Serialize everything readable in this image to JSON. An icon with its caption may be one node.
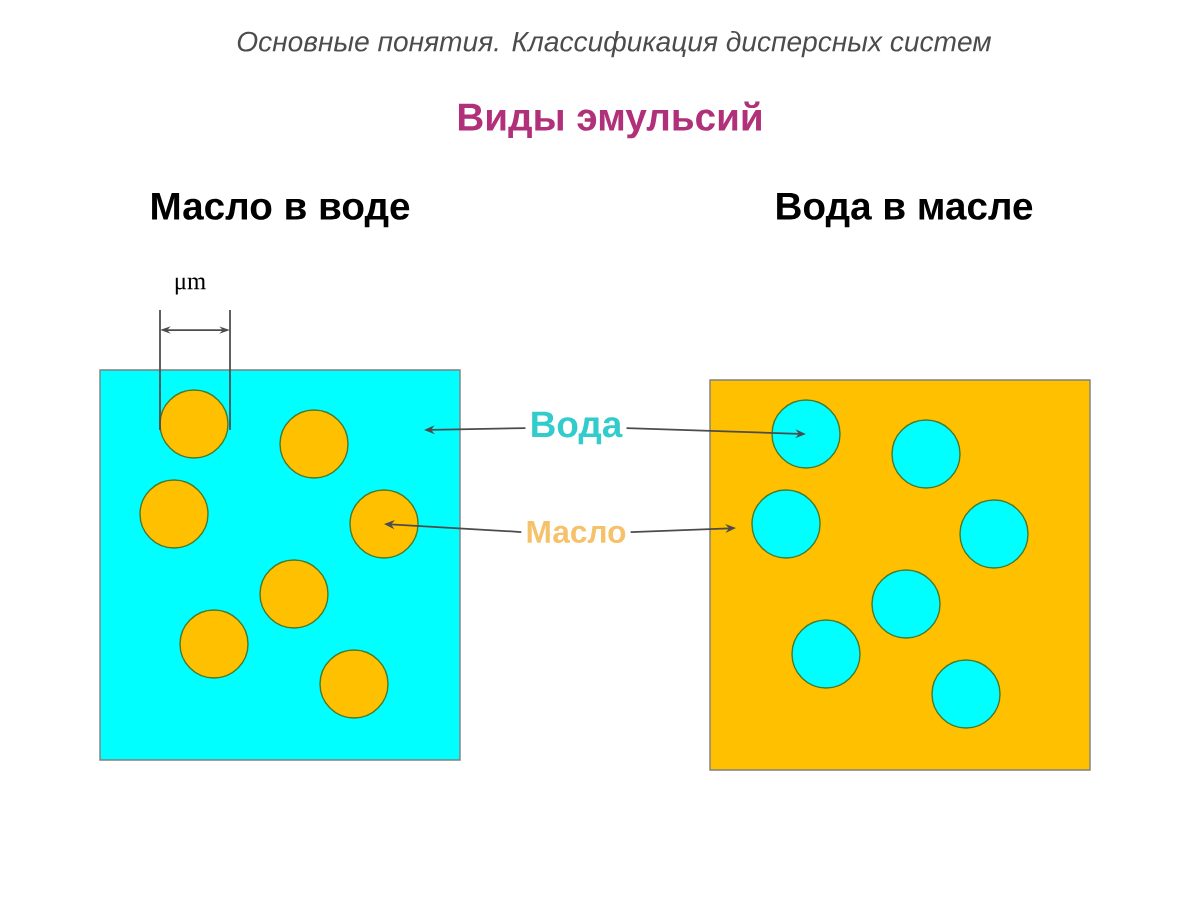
{
  "diagram": {
    "title": "Основные понятия. Классификация дисперсных систем",
    "nodes": [
      {
        "text": [
          "Масло в воде"
        ]
      },
      {
        "text": [],
        "shape": "circle",
        "in": 0
      },
      {
        "text": [],
        "shape": "circle",
        "in": 0
      },
      {
        "text": [],
        "shape": "circle",
        "in": 0
      },
      {
        "text": [],
        "shape": "circle",
        "in": 0
      },
      {
        "text": [],
        "shape": "circle",
        "in": 0
      },
      {
        "text": [],
        "shape": "circle",
        "in": 0
      },
      {
        "text": [],
        "shape": "circle",
        "in": 0
      },
      {
        "text": [
          "Вода в масле"
        ]
      },
      {
        "text": [],
        "shape": "circle",
        "in": 8
      },
      {
        "text": [],
        "shape": "circle",
        "in": 8
      },
      {
        "text": [],
        "shape": "circle",
        "in": 8
      },
      {
        "text": [],
        "shape": "circle",
        "in": 8
      },
      {
        "text": [],
        "shape": "circle",
        "in": 8
      },
      {
        "text": [],
        "shape": "circle",
        "in": 8
      },
      {
        "text": [],
        "shape": "circle",
        "in": 8
      },
      {
        "text": [
          "Вода"
        ]
      },
      {
        "text": [
          "Масло"
        ]
      }
    ],
    "edges": [
      {
        "from": 16,
        "to": 0,
        "arrow": "to"
      },
      {
        "from": 16,
        "to": 9,
        "arrow": "to"
      },
      {
        "from": 17,
        "to": 4,
        "arrow": "to"
      },
      {
        "from": 17,
        "to": 8,
        "arrow": "to"
      }
    ],
    "labels": [
      "Виды эмульсий",
      "μm"
    ]
  }
}
